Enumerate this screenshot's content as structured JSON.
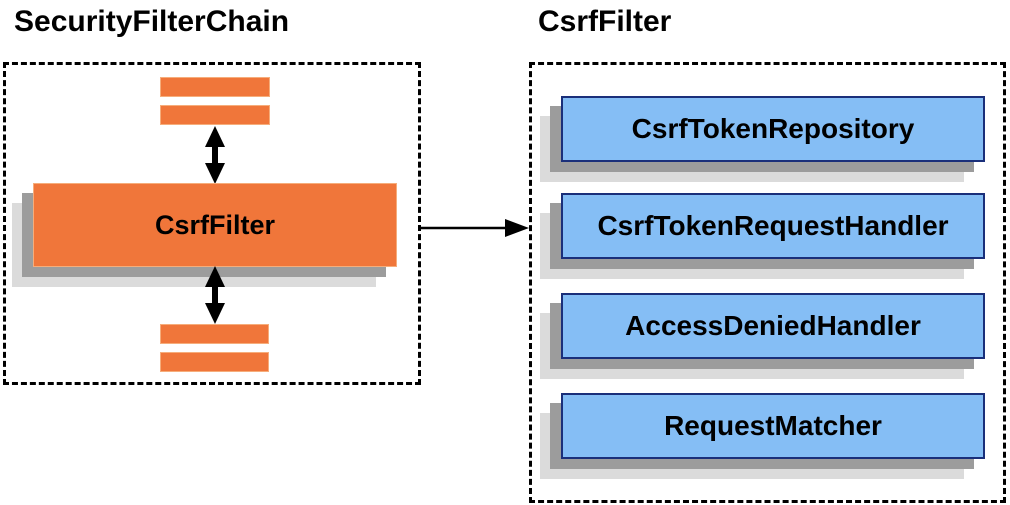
{
  "left_panel": {
    "title": "SecurityFilterChain",
    "filter_box_label": "CsrfFilter"
  },
  "right_panel": {
    "title": "CsrfFilter",
    "boxes": [
      {
        "label": "CsrfTokenRepository"
      },
      {
        "label": "CsrfTokenRequestHandler"
      },
      {
        "label": "AccessDeniedHandler"
      },
      {
        "label": "RequestMatcher"
      }
    ]
  },
  "icons": {
    "vertical_arrows": "bidirectional-up-down-arrow",
    "connector": "right-pointing-arrow"
  },
  "colors": {
    "orange_fill": "#F0763A",
    "orange_border": "#F6AD7B",
    "blue_fill": "#85BEF5",
    "blue_border": "#1A2F7A",
    "shadow_dark": "#9C9C9C",
    "shadow_light": "#DBDBDB",
    "arrow_black": "#000000",
    "dashed_border": "#000000",
    "title_text": "#000000"
  }
}
